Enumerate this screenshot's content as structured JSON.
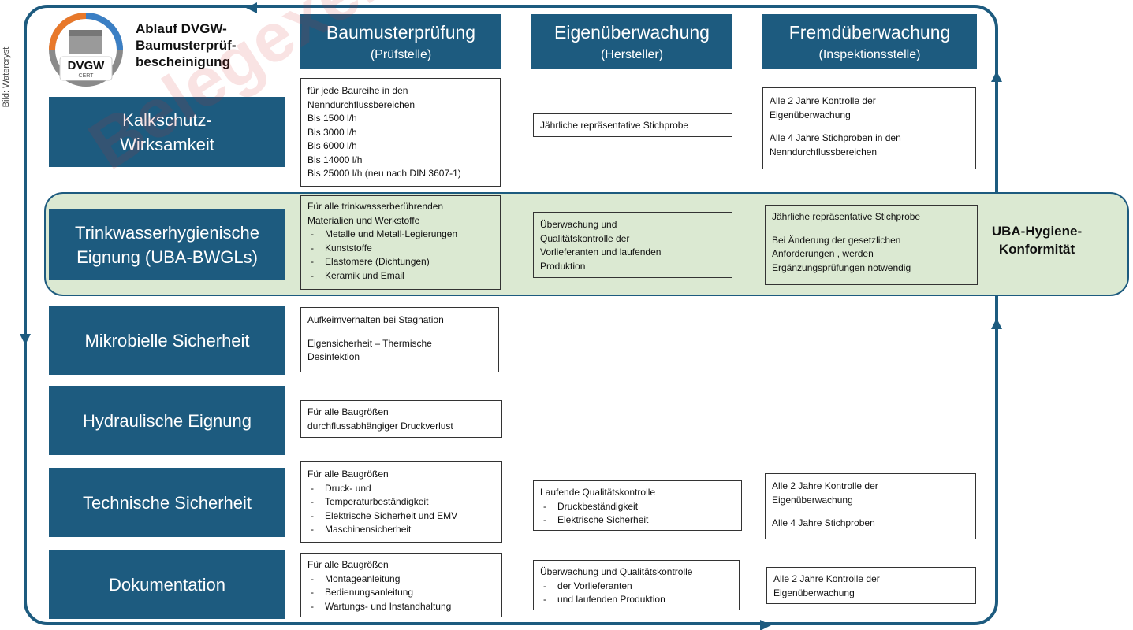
{
  "credit": "Bild: Watercryst",
  "watermark": "Belegexemplar",
  "logo": {
    "brand": "DVGW",
    "sub": "CERT"
  },
  "title": [
    "Ablauf DVGW-",
    "Baumusterprüf-",
    "bescheinigung"
  ],
  "columns": [
    {
      "title": "Baumusterprüfung",
      "subtitle": "(Prüfstelle)"
    },
    {
      "title": "Eigenüberwachung",
      "subtitle": "(Hersteller)"
    },
    {
      "title": "Fremdüberwachung",
      "subtitle": "(Inspektionsstelle)"
    }
  ],
  "rows": [
    {
      "label": [
        "Kalkschutz-",
        "Wirksamkeit"
      ]
    },
    {
      "label": [
        "Trinkwasserhygienische",
        "Eignung (UBA-BWGLs)"
      ]
    },
    {
      "label": [
        "Mikrobielle  Sicherheit"
      ]
    },
    {
      "label": [
        "Hydraulische Eignung"
      ]
    },
    {
      "label": [
        "Technische Sicherheit"
      ]
    },
    {
      "label": [
        "Dokumentation"
      ]
    }
  ],
  "cells": {
    "kalk_pruef": {
      "lines": [
        "für jede Baureihe in den",
        "Nenndurchflussbereichen",
        "Bis 1500 l/h",
        "Bis 3000 l/h",
        "Bis 6000 l/h",
        "Bis 14000 l/h",
        "Bis 25000 l/h (neu nach DIN 3607-1)"
      ]
    },
    "kalk_eigen": {
      "lines": [
        "Jährliche repräsentative  Stichprobe"
      ]
    },
    "kalk_fremd": {
      "para1": [
        "Alle 2 Jahre Kontrolle der",
        "Eigenüberwachung"
      ],
      "para2": [
        "Alle 4 Jahre Stichproben in den",
        "Nenndurchflussbereichen"
      ]
    },
    "trink_pruef": {
      "intro": [
        "Für alle trinkwasserberührenden",
        "Materialien und Werkstoffe"
      ],
      "items": [
        "Metalle und Metall-Legierungen",
        "Kunststoffe",
        "Elastomere (Dichtungen)",
        "Keramik und Email"
      ]
    },
    "trink_eigen": {
      "lines": [
        "Überwachung und",
        "Qualitätskontrolle der",
        "Vorlieferanten und laufenden",
        "Produktion"
      ]
    },
    "trink_fremd": {
      "para1": [
        "Jährliche repräsentative  Stichprobe"
      ],
      "para2": [
        "Bei Änderung der gesetzlichen",
        "Anforderungen , werden",
        "Ergänzungsprüfungen notwendig"
      ]
    },
    "mikro_pruef": {
      "para1": [
        "Aufkeimverhalten bei Stagnation"
      ],
      "para2": [
        "Eigensicherheit – Thermische",
        "Desinfektion"
      ]
    },
    "hydro_pruef": {
      "lines": [
        "Für alle Baugrößen",
        "durchflussabhängiger Druckverlust"
      ]
    },
    "tech_pruef": {
      "intro": [
        "Für alle Baugrößen"
      ],
      "items": [
        "Druck- und",
        " Temperaturbeständigkeit",
        "Elektrische Sicherheit  und EMV",
        "Maschinensicherheit"
      ]
    },
    "tech_eigen": {
      "intro": [
        "Laufende Qualitätskontrolle"
      ],
      "items": [
        "Druckbeständigkeit",
        "Elektrische Sicherheit"
      ]
    },
    "tech_fremd": {
      "para1": [
        "Alle 2 Jahre Kontrolle der",
        "Eigenüberwachung"
      ],
      "para2": [
        "Alle 4 Jahre Stichproben"
      ]
    },
    "doku_pruef": {
      "intro": [
        "Für alle Baugrößen"
      ],
      "items": [
        "Montageanleitung",
        "Bedienungsanleitung",
        "Wartungs- und Instandhaltung"
      ]
    },
    "doku_eigen": {
      "intro": [
        "Überwachung und Qualitätskontrolle"
      ],
      "items": [
        "der Vorlieferanten",
        "und laufenden Produktion"
      ]
    },
    "doku_fremd": {
      "lines": [
        "Alle 2 Jahre Kontrolle der",
        "Eigenüberwachung"
      ]
    }
  },
  "side_label": [
    "UBA-Hygiene-",
    "Konformität"
  ],
  "colors": {
    "primary": "#1d5b7f",
    "green": "#dbe9d2",
    "logo_orange": "#e8782a",
    "logo_blue": "#3b7fc4",
    "logo_gray": "#8a8a8a"
  }
}
